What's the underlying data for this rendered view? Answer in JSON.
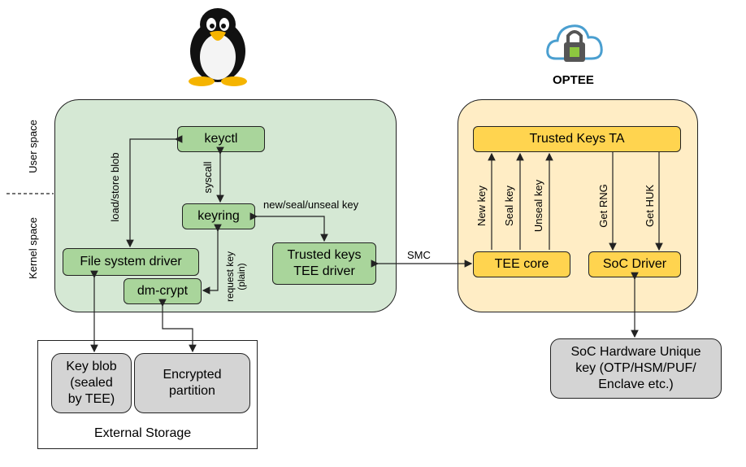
{
  "linux": {
    "user_space_label": "User space",
    "kernel_space_label": "Kernel space",
    "keyctl": "keyctl",
    "keyring": "keyring",
    "fs_driver": "File system driver",
    "dm_crypt": "dm-crypt",
    "trusted_keys_tee_driver": "Trusted keys\nTEE driver",
    "load_store_blob": "load/store blob",
    "syscall": "syscall",
    "new_seal_unseal": "new/seal/unseal key",
    "request_key": "request key\n(plain)"
  },
  "smc_label": "SMC",
  "optee": {
    "logo_text": "OPTEE",
    "trusted_keys_ta": "Trusted Keys TA",
    "tee_core": "TEE core",
    "soc_driver": "SoC Driver",
    "new_key": "New key",
    "seal_key": "Seal key",
    "unseal_key": "Unseal key",
    "get_rng": "Get RNG",
    "get_huk": "Get HUK"
  },
  "storage": {
    "title": "External Storage",
    "key_blob": "Key blob\n(sealed\nby TEE)",
    "encrypted_partition": "Encrypted\npartition"
  },
  "soc_huk": "SoC Hardware Unique\nkey (OTP/HSM/PUF/\nEnclave etc.)",
  "colors": {
    "linux_panel": "#d5e8d4",
    "linux_box": "#a9d59b",
    "optee_panel": "#ffedc5",
    "optee_box": "#ffd44f",
    "storage_box": "#d4d4d4"
  }
}
